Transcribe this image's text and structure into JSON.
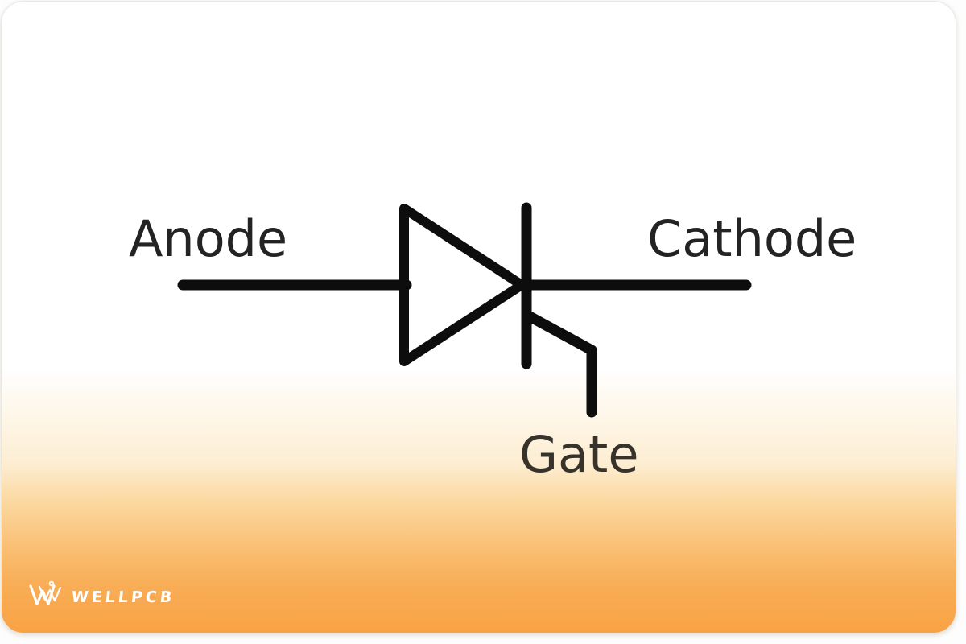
{
  "diagram": {
    "type": "circuit-symbol",
    "component": "thyristor-scr-symbol",
    "labels": {
      "anode": "Anode",
      "cathode": "Cathode",
      "gate": "Gate"
    }
  },
  "branding": {
    "logo_text": "WELLPCB",
    "logo_icon": "wellpcb-w-icon"
  },
  "colors": {
    "symbol_stroke": "#0d0d0d",
    "label_text": "#232323",
    "gate_label_text": "#37332a",
    "card_gradient_top": "#ffffff",
    "card_gradient_bottom": "#f9a244",
    "logo_color": "#ffffff"
  }
}
